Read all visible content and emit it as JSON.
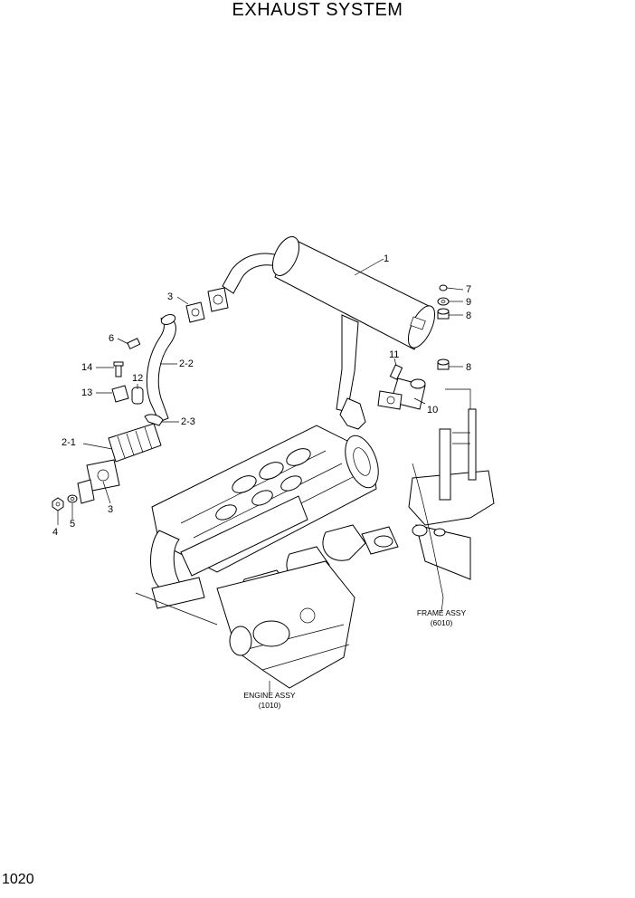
{
  "title": "EXHAUST SYSTEM",
  "page_number": "1020",
  "callouts": {
    "c1": "1",
    "c3a": "3",
    "c22": "2-2",
    "c6": "6",
    "c14": "14",
    "c12": "12",
    "c13": "13",
    "c23": "2-3",
    "c21": "2-1",
    "c3b": "3",
    "c4": "4",
    "c5": "5",
    "c7": "7",
    "c9": "9",
    "c8a": "8",
    "c8b": "8",
    "c11": "11",
    "c10": "10"
  },
  "references": {
    "engine_name": "ENGINE ASSY",
    "engine_code": "(1010)",
    "frame_name": "FRAME ASSY",
    "frame_code": "(6010)"
  }
}
